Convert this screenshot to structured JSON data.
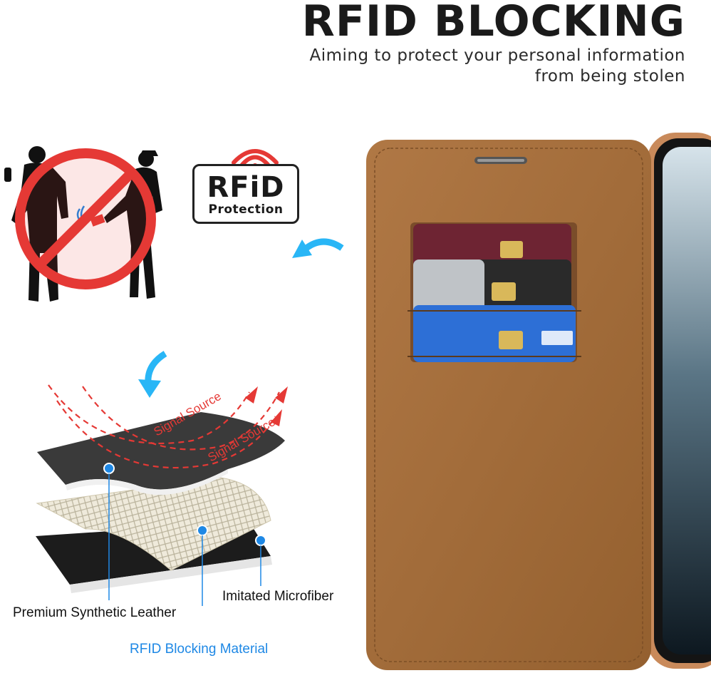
{
  "header": {
    "title": "RFID BLOCKING",
    "subtitle_line1": "Aiming to protect your personal information",
    "subtitle_line2": "from being stolen"
  },
  "badge": {
    "title": "RFiD",
    "subtitle": "Protection"
  },
  "signal": {
    "label_1": "Signal Source",
    "label_2": "Signal Source"
  },
  "layers": {
    "top": "Premium Synthetic Leather",
    "middle": "RFID Blocking Material",
    "bottom": "Imitated Microfiber"
  },
  "colors": {
    "accent_blue": "#1e88e5",
    "signal_red": "#e53935",
    "case_brown": "#a0683a"
  }
}
